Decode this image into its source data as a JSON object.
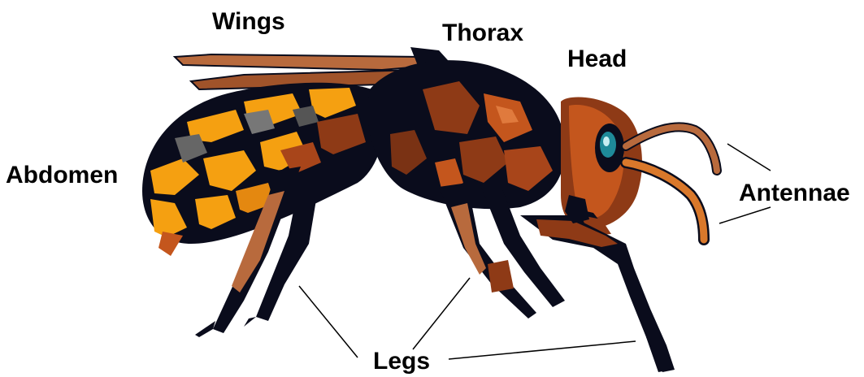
{
  "labels": {
    "wings": "Wings",
    "thorax": "Thorax",
    "head": "Head",
    "abdomen": "Abdomen",
    "antennae": "Antennae",
    "legs": "Legs"
  },
  "colors": {
    "body_black": "#0a0c1c",
    "orange": "#f5a011",
    "rust": "#8e3a16",
    "rust_light": "#c4561d",
    "tan": "#b86a3d",
    "grey": "#666666",
    "eye": "#1e8a99",
    "leader_line": "#000000"
  }
}
